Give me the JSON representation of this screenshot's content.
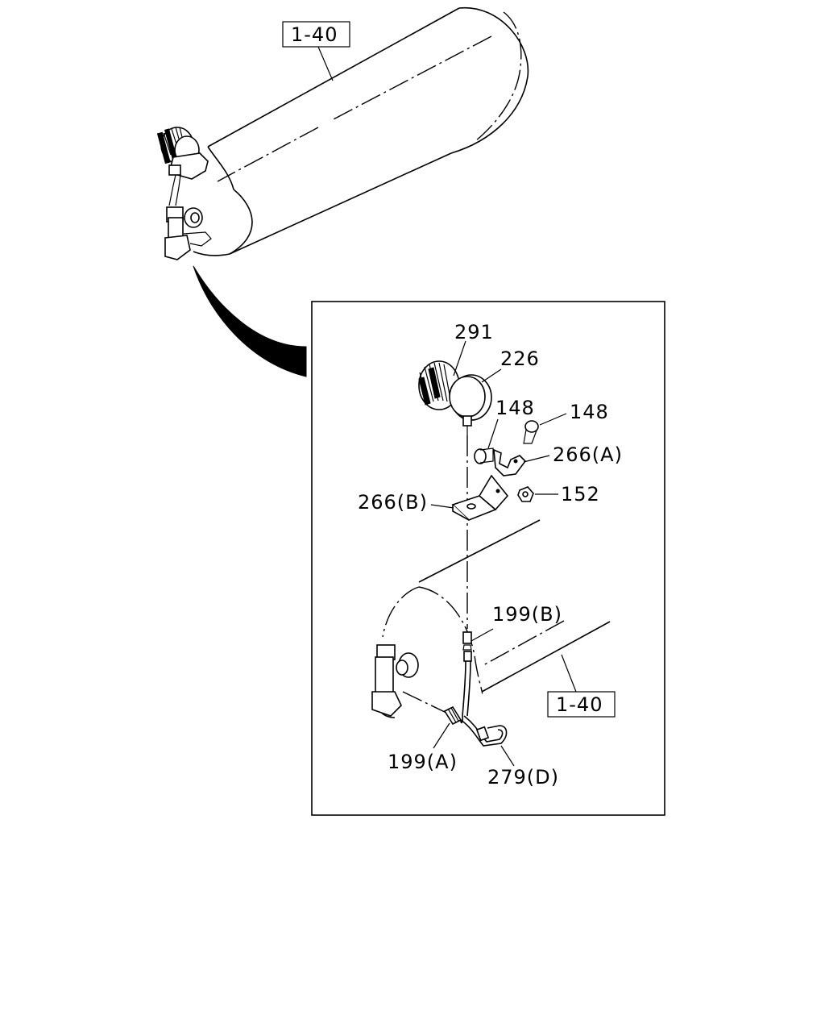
{
  "callouts": {
    "ref_top": "1-40",
    "ref_detail": "1-40",
    "p291": "291",
    "p226": "226",
    "p148_left": "148",
    "p148_right": "148",
    "p266a": "266(A)",
    "p266b": "266(B)",
    "p152": "152",
    "p199b": "199(B)",
    "p199a": "199(A)",
    "p279d": "279(D)"
  },
  "icons": {
    "tank": "air-tank-icon",
    "gauge": "pressure-gauge-icon",
    "bracket": "mounting-bracket-icon",
    "bolt": "bolt-icon",
    "nut": "nut-icon",
    "pipe": "pipe-icon",
    "valve": "drain-valve-icon"
  }
}
